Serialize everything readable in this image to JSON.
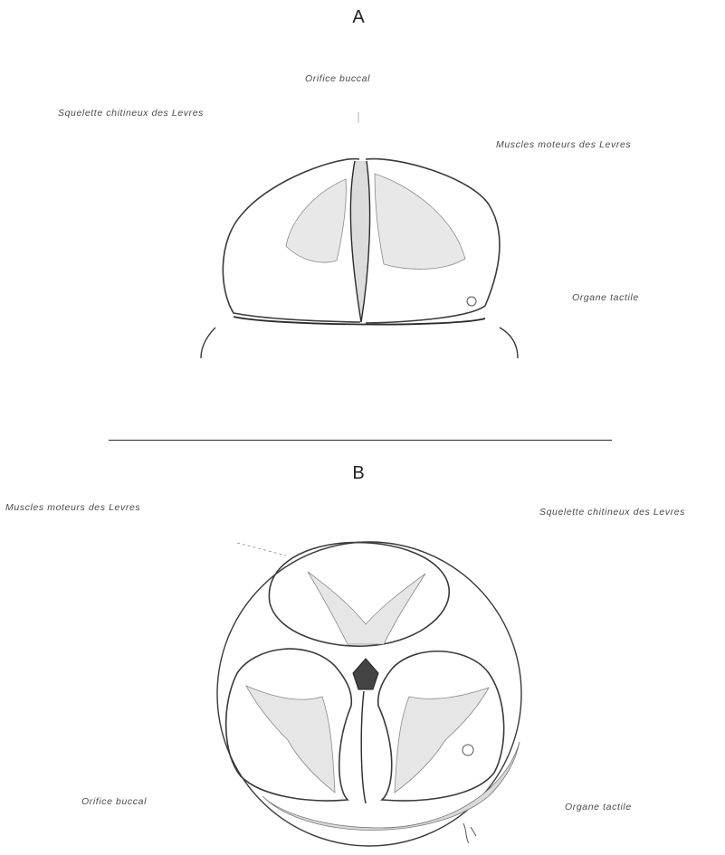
{
  "figure": {
    "panel_a": {
      "letter": "A",
      "labels": {
        "mouth_opening": "Orifice buccal",
        "chitinous_skeleton": "Squelette chitineux des Levres",
        "motor_muscles": "Muscles moteurs des Levres",
        "tactile_organ": "Organe tactile"
      }
    },
    "panel_b": {
      "letter": "B",
      "labels": {
        "motor_muscles": "Muscles moteurs des Levres",
        "chitinous_skeleton": "Squelette chitineux des Levres",
        "mouth_opening": "Orifice buccal",
        "tactile_organ": "Organe tactile"
      }
    }
  }
}
